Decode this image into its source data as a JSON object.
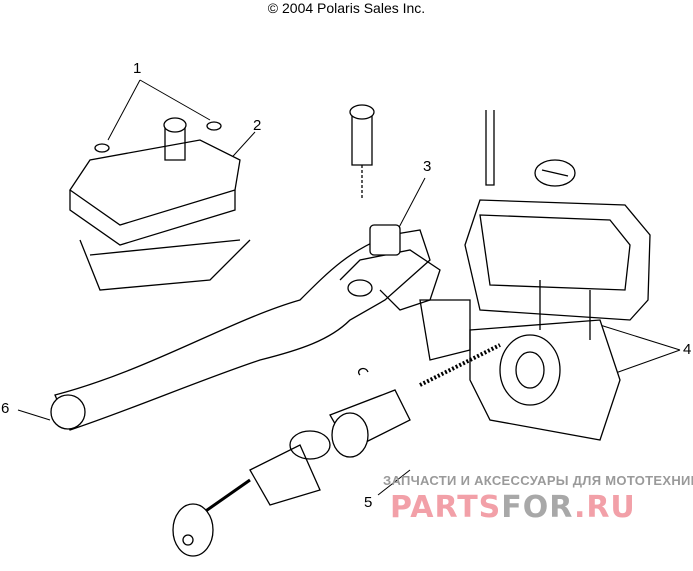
{
  "title": "© 2004 Polaris Sales Inc.",
  "callouts": [
    "1",
    "2",
    "3",
    "4",
    "5",
    "6"
  ],
  "watermark": {
    "tagline": "ЗАПЧАСТИ И АКСЕССУАРЫ ДЛЯ МОТОТЕХНИКИ",
    "brand_part1": "PARTS",
    "brand_part2": "FOR",
    "brand_part3": ".RU"
  }
}
